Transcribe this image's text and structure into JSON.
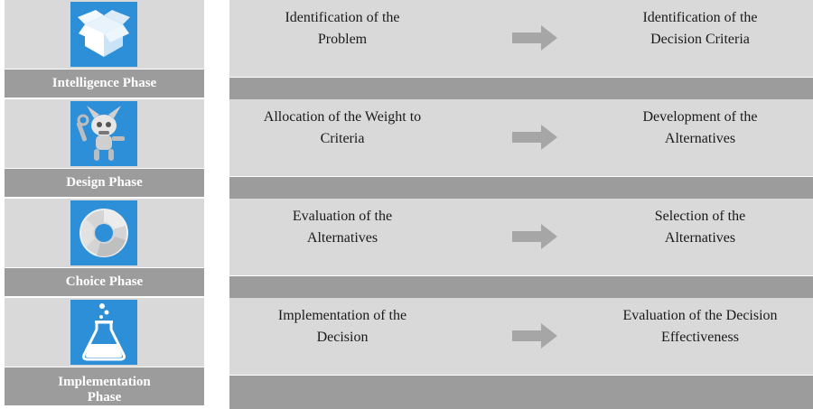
{
  "colors": {
    "light_band": "#d9d9d9",
    "dark_band": "#9c9c9c",
    "icon_box": "#2e8fd9",
    "arrow": "#a6a6a6",
    "label_text": "#ffffff"
  },
  "phases": [
    {
      "label": "Intelligence Phase",
      "icon": "open-box-icon",
      "step_from": "Identification of the\nProblem",
      "step_to": "Identification of the\nDecision Criteria"
    },
    {
      "label": "Design Phase",
      "icon": "robot-wrench-icon",
      "step_from": "Allocation of the Weight to\nCriteria",
      "step_to": "Development of the\nAlternatives"
    },
    {
      "label": "Choice Phase",
      "icon": "cycle-disc-icon",
      "step_from": "Evaluation of the\nAlternatives",
      "step_to": "Selection of the\nAlternatives"
    },
    {
      "label": "Implementation\nPhase",
      "icon": "flask-icon",
      "step_from": "Implementation of the\nDecision",
      "step_to": "Evaluation of the Decision\nEffectiveness"
    }
  ]
}
